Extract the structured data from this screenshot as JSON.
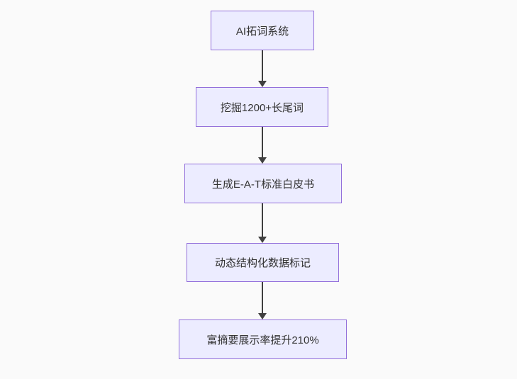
{
  "flowchart": {
    "background": "#fafafa",
    "node_fill": "#ECECFF",
    "node_border": "#9370DB",
    "text_color": "#333333",
    "arrow_color": "#3f3f3f",
    "direction": "top-down",
    "nodes": [
      {
        "label": "AI拓词系统"
      },
      {
        "label": "挖掘1200+长尾词"
      },
      {
        "label": "生成E-A-T标准白皮书"
      },
      {
        "label": "动态结构化数据标记"
      },
      {
        "label": "富摘要展示率提升210%"
      }
    ],
    "edges": [
      {
        "from": "AI拓词系统",
        "to": "挖掘1200+长尾词"
      },
      {
        "from": "挖掘1200+长尾词",
        "to": "生成E-A-T标准白皮书"
      },
      {
        "from": "生成E-A-T标准白皮书",
        "to": "动态结构化数据标记"
      },
      {
        "from": "动态结构化数据标记",
        "to": "富摘要展示率提升210%"
      }
    ]
  }
}
